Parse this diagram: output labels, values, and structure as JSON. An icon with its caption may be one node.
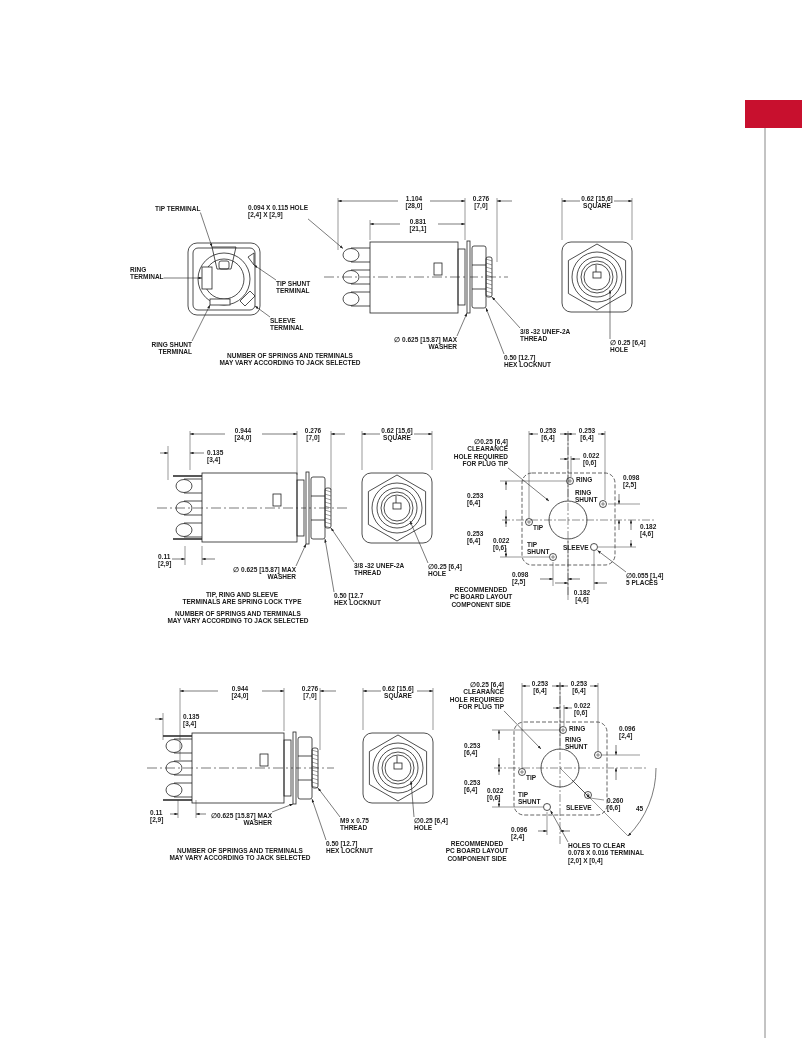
{
  "diagram": {
    "nodes": [
      {
        "text": [
          "TIP TERMINAL"
        ]
      },
      {
        "text": [
          "0.094 X 0.115 HOLE [2,4] X [2,9]"
        ]
      },
      {
        "text": [
          "RING TERMINAL"
        ]
      },
      {
        "text": [
          "TIP SHUNT TERMINAL"
        ]
      },
      {
        "text": [
          "SLEEVE TERMINAL"
        ]
      },
      {
        "text": [
          "∅ 0.625 [15.87] MAX WASHER"
        ]
      },
      {
        "text": [
          "3/8 -32 UNEF-2A THREAD"
        ]
      },
      {
        "text": [
          "∅ 0.25 [6,4] HOLE"
        ]
      },
      {
        "text": [
          "RING SHUNT TERMINAL"
        ]
      },
      {
        "text": [
          "0.50 [12.7] HEX LOCKNUT"
        ]
      },
      {
        "text": [
          "∅0.25 [6,4] CLEARANCE HOLE REQUIRED FOR PLUG TIP"
        ]
      },
      {
        "text": [
          "∅ 0.625 [15.87] MAX WASHER"
        ]
      },
      {
        "text": [
          "3/8 -32 UNEF-2A THREAD"
        ]
      },
      {
        "text": [
          "∅0.25 [6,4] HOLE"
        ]
      },
      {
        "text": [
          "∅0.055 [1,4] 5 PLACES"
        ]
      },
      {
        "text": [
          "0.50 [12.7 HEX LOCKNUT"
        ]
      },
      {
        "text": [
          "∅0.25 [6,4] CLEARANCE HOLE REQUIRED FOR PLUG TIP"
        ]
      },
      {
        "text": [
          "∅0.625 [15.87] MAX WASHER"
        ]
      },
      {
        "text": [
          "M9 x 0.75 THREAD"
        ]
      },
      {
        "text": [
          "∅0.25 [6,4] HOLE"
        ]
      },
      {
        "text": [
          "0.50 [12.7] HEX LOCKNUT"
        ]
      },
      {
        "text": [
          "HOLES TO CLEAR 0.078 X 0.016 TERMINAL [2,0] X [0,4]"
        ]
      },
      {
        "text": [],
        "shape": "picture"
      },
      {
        "text": [],
        "shape": "circle"
      },
      {
        "text": [],
        "shape": "bar"
      },
      {
        "text": [],
        "shape": "picture"
      },
      {
        "text": [],
        "shape": "picture"
      },
      {
        "text": [],
        "shape": "bar"
      },
      {
        "text": [],
        "shape": "box"
      },
      {
        "text": [],
        "shape": "circle"
      },
      {
        "text": [],
        "shape": "bar"
      },
      {
        "text": [],
        "shape": "box"
      },
      {
        "text": [],
        "shape": "circle"
      },
      {
        "text": [],
        "shape": "bar"
      },
      {
        "text": [],
        "shape": "box"
      },
      {
        "text": [],
        "shape": "circle"
      },
      {
        "text": [],
        "shape": "circle"
      },
      {
        "text": [],
        "shape": "box"
      },
      {
        "text": [],
        "shape": "circle"
      },
      {
        "text": [],
        "shape": "bar"
      },
      {
        "text": [],
        "shape": "box"
      },
      {
        "text": [],
        "shape": "circle"
      },
      {
        "text": [],
        "shape": "box"
      },
      {
        "text": [],
        "shape": "circle"
      }
    ],
    "edges": [
      {
        "from": 0,
        "to": 22,
        "arrow": "to"
      },
      {
        "from": 1,
        "to": 23,
        "arrow": "to"
      },
      {
        "from": 2,
        "to": 24,
        "arrow": "to"
      },
      {
        "from": 3,
        "to": 25,
        "arrow": "to"
      },
      {
        "from": 4,
        "to": 26,
        "arrow": "to"
      },
      {
        "from": 5,
        "to": 27,
        "arrow": "to"
      },
      {
        "from": 6,
        "to": 28,
        "arrow": "to"
      },
      {
        "from": 7,
        "to": 29,
        "arrow": "to"
      },
      {
        "from": 8,
        "to": 30,
        "arrow": "to"
      },
      {
        "from": 9,
        "to": 31,
        "arrow": "to"
      },
      {
        "from": 10,
        "to": 32,
        "arrow": "to"
      },
      {
        "from": 11,
        "to": 33,
        "arrow": "to"
      },
      {
        "from": 12,
        "to": 34,
        "arrow": "to"
      },
      {
        "from": 13,
        "to": 35,
        "arrow": "to"
      },
      {
        "from": 14,
        "to": 36,
        "arrow": "to"
      },
      {
        "from": 15,
        "to": 37,
        "arrow": "to"
      },
      {
        "from": 16,
        "to": 38,
        "arrow": "to"
      },
      {
        "from": 17,
        "to": 39,
        "arrow": "to"
      },
      {
        "from": 18,
        "to": 40,
        "arrow": "to"
      },
      {
        "from": 19,
        "to": 41,
        "arrow": "to"
      },
      {
        "from": 20,
        "to": 42,
        "arrow": "to"
      },
      {
        "from": 21,
        "to": 43,
        "arrow": "to"
      }
    ],
    "labels": [
      "1.104 [28,0]",
      "0.276 [7,0]",
      "0.62 [15,6] SQUARE",
      "0.831 [21,1]",
      "NUMBER OF SPRINGS AND TERMINALS MAY VARY ACCORDING TO JACK SELECTED",
      "0.944 [24,0]",
      "0.276 [7,0]",
      "0.62 [15,6] SQUARE",
      "0.253 [6,4]",
      "0.253 [6,4]",
      "0.135 [3,4]",
      "0.022 [0,6]",
      "0.253 [6,4]",
      "RING",
      "RING SHUNT",
      "0.098 [2,5]",
      "0.253 [6,4]",
      "TIP",
      "0.022 [0,6]",
      "TIP SHUNT",
      "SLEEVE",
      "0.182 [4,6]",
      "0.11 [2,9]",
      "0.098 [2,5]",
      "TIP, RING AND SLEEVE TERMINALS ARE SPRING LOCK TYPE",
      "RECOMMENDED PC BOARD LAYOUT COMPONENT SIDE",
      "0.182 [4,6]",
      "NUMBER OF SPRINGS AND TERMINALS MAY VARY ACCORDING TO JACK SELECTED",
      "0.944 [24,0]",
      "0.276 [7,0]",
      "0.62 [15.6] SQUARE",
      "0.253 [6,4]",
      "0.253 [6,4]",
      "0.135 [3,4]",
      "0.022 [0,6]",
      "0.253 [6,4]",
      "RING",
      "RING SHUNT",
      "0.096 [2,4]",
      "0.253 [6,4]",
      "TIP",
      "0.022 [0,6]",
      "0.11 [2,9]",
      "TIP SHUNT",
      "SLEEVE",
      "0.260 [6,6]",
      "45",
      "0.096 [2,4]",
      "NUMBER OF SPRINGS AND TERMINALS MAY VARY ACCORDING TO JACK SELECTED",
      "RECOMMENDED PC BOARD LAYOUT COMPONENT SIDE"
    ]
  }
}
